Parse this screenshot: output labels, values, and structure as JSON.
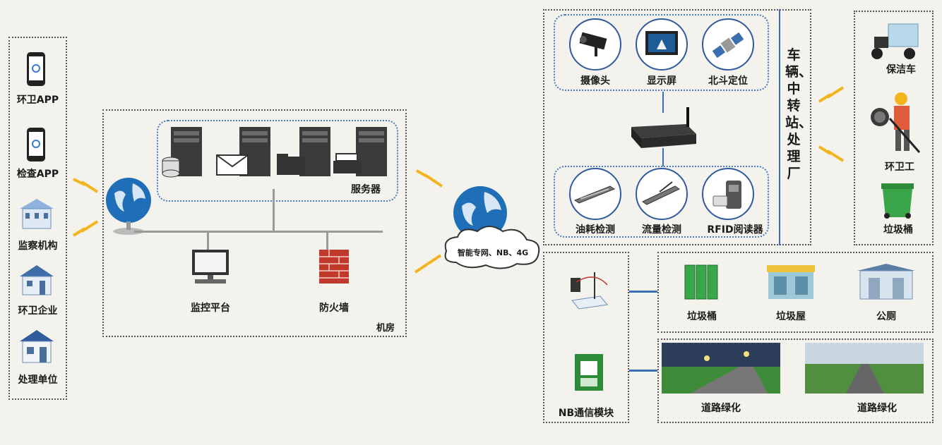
{
  "left_users": [
    "环卫APP",
    "检查APP",
    "监察机构",
    "环卫企业",
    "处理单位"
  ],
  "machine_room": {
    "label": "机房",
    "servers_label": "服务器",
    "monitor_label": "监控平台",
    "firewall_label": "防火墙"
  },
  "network_label": "智能专网、NB、4G",
  "vehicles": {
    "top_items": [
      "摄像头",
      "显示屏",
      "北斗定位"
    ],
    "bottom_items": [
      "油耗检测",
      "流量检测",
      "RFID阅读器"
    ],
    "side_label": "车辆、中转站、处理厂"
  },
  "field": [
    "保洁车",
    "环卫工",
    "垃圾桶"
  ],
  "nb_module_label": "NB通信模块",
  "facilities": [
    "垃圾桶",
    "垃圾屋",
    "公厕"
  ],
  "greening": [
    "道路绿化",
    "道路绿化"
  ],
  "colors": {
    "dotted_blue": "#4a7bc0",
    "bolt": "#f2b51d",
    "globe": "#1f6fb8"
  }
}
